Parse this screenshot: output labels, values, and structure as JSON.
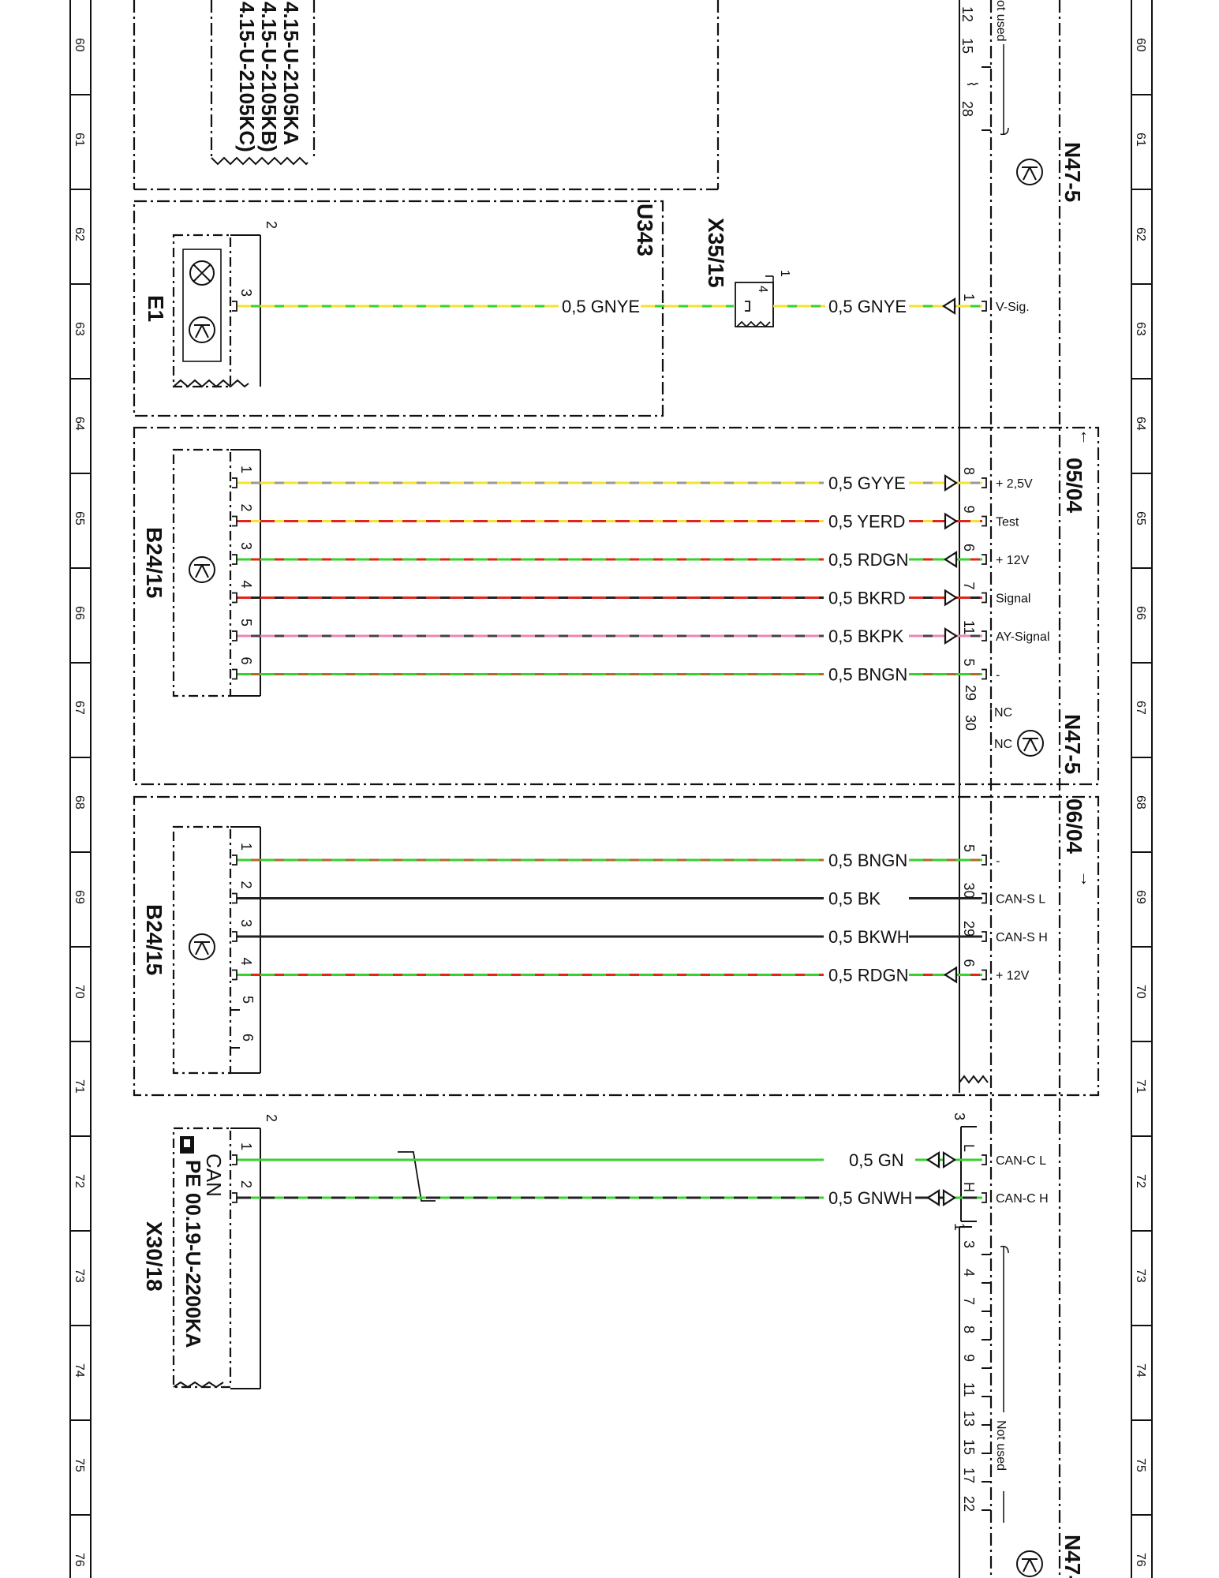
{
  "rulers": {
    "numbers": [
      "60",
      "61",
      "62",
      "63",
      "64",
      "65",
      "66",
      "67",
      "68",
      "69",
      "70",
      "71",
      "72",
      "73",
      "74",
      "75",
      "76"
    ]
  },
  "top_block": {
    "refs": [
      "4.15-U-2105KA",
      "4.15-U-2105KB)",
      "4.15-U-2105KC)"
    ]
  },
  "top_right": {
    "pins": [
      "12",
      "15",
      "28"
    ],
    "note": "ot used"
  },
  "right_ref_labels": [
    "N47-5",
    "05/04",
    "N47-5",
    "06/04",
    "N47-"
  ],
  "u343": {
    "title": "U343",
    "component": "E1",
    "connector": "X35/15",
    "pin_count_label": "2",
    "wire": {
      "pin_left": "3",
      "label": "0,5 GNYE",
      "label2": "0,5 GNYE",
      "connector_pin": "4",
      "connector_ref": "1",
      "pin_right": "1",
      "signal": "V-Sig.",
      "colors": [
        "#39d12f",
        "#f4e233"
      ]
    }
  },
  "b24_a": {
    "component": "B24/15",
    "wires": [
      {
        "pin_left": "1",
        "label": "0,5 GYYE",
        "pin_right": "8",
        "signal": "+ 2,5V",
        "colors": [
          "#9a9a9a",
          "#f4e233"
        ],
        "arrow": "right"
      },
      {
        "pin_left": "2",
        "label": "0,5 YERD",
        "pin_right": "9",
        "signal": "Test",
        "colors": [
          "#f4e233",
          "#e0261c"
        ],
        "arrow": "right"
      },
      {
        "pin_left": "3",
        "label": "0,5 RDGN",
        "pin_right": "6",
        "signal": "+ 12V",
        "colors": [
          "#e0261c",
          "#39d12f"
        ],
        "arrow": "left"
      },
      {
        "pin_left": "4",
        "label": "0,5 BKRD",
        "pin_right": "7",
        "signal": "Signal",
        "colors": [
          "#222222",
          "#e0261c"
        ],
        "arrow": "right"
      },
      {
        "pin_left": "5",
        "label": "0,5 BKPK",
        "pin_right": "11",
        "signal": "AY-Signal",
        "colors": [
          "#444444",
          "#ee86b4"
        ],
        "arrow": "right"
      },
      {
        "pin_left": "6",
        "label": "0,5 BNGN",
        "pin_right": "5",
        "signal": "-",
        "colors": [
          "#b06a2c",
          "#39d12f"
        ],
        "arrow": "none"
      }
    ],
    "nc_pins": [
      {
        "pin": "29",
        "signal": "NC"
      },
      {
        "pin": "30",
        "signal": "NC"
      }
    ]
  },
  "b24_b": {
    "component": "B24/15",
    "wires": [
      {
        "pin_left": "1",
        "label": "0,5 BNGN",
        "pin_right": "5",
        "signal": "-",
        "colors": [
          "#b06a2c",
          "#39d12f"
        ],
        "arrow": "none"
      },
      {
        "pin_left": "2",
        "label": "0,5 BK",
        "pin_right": "30",
        "signal": "CAN-S L",
        "colors": [
          "#222222",
          "#222222"
        ],
        "arrow": "none"
      },
      {
        "pin_left": "3",
        "label": "0,5 BKWH",
        "pin_right": "29",
        "signal": "CAN-S H",
        "colors": [
          "#222222",
          "#222222"
        ],
        "arrow": "none"
      },
      {
        "pin_left": "4",
        "label": "0,5 RDGN",
        "pin_right": "6",
        "signal": "+ 12V",
        "colors": [
          "#e0261c",
          "#39d12f"
        ],
        "arrow": "left"
      }
    ],
    "unused_left_pins": [
      "5",
      "6"
    ]
  },
  "x30": {
    "component": "X30/18",
    "can_label": "CAN",
    "ref": "PE 00.19-U-2200KA",
    "pin_count_label": "2",
    "right_pin_count": "3",
    "right_ref": "1",
    "wires": [
      {
        "pin_left": "1",
        "label": "0,5 GN",
        "pin_mid": "L",
        "signal": "CAN-C L",
        "colors": [
          "#39d12f",
          "#39d12f"
        ]
      },
      {
        "pin_left": "2",
        "label": "0,5 GNWH",
        "pin_mid": "H",
        "signal": "CAN-C H",
        "colors": [
          "#39d12f",
          "#222222"
        ]
      }
    ]
  },
  "bottom_right": {
    "pins": [
      "3",
      "4",
      "7",
      "8",
      "9",
      "11",
      "13",
      "15",
      "17",
      "22"
    ],
    "note": "Not used"
  }
}
